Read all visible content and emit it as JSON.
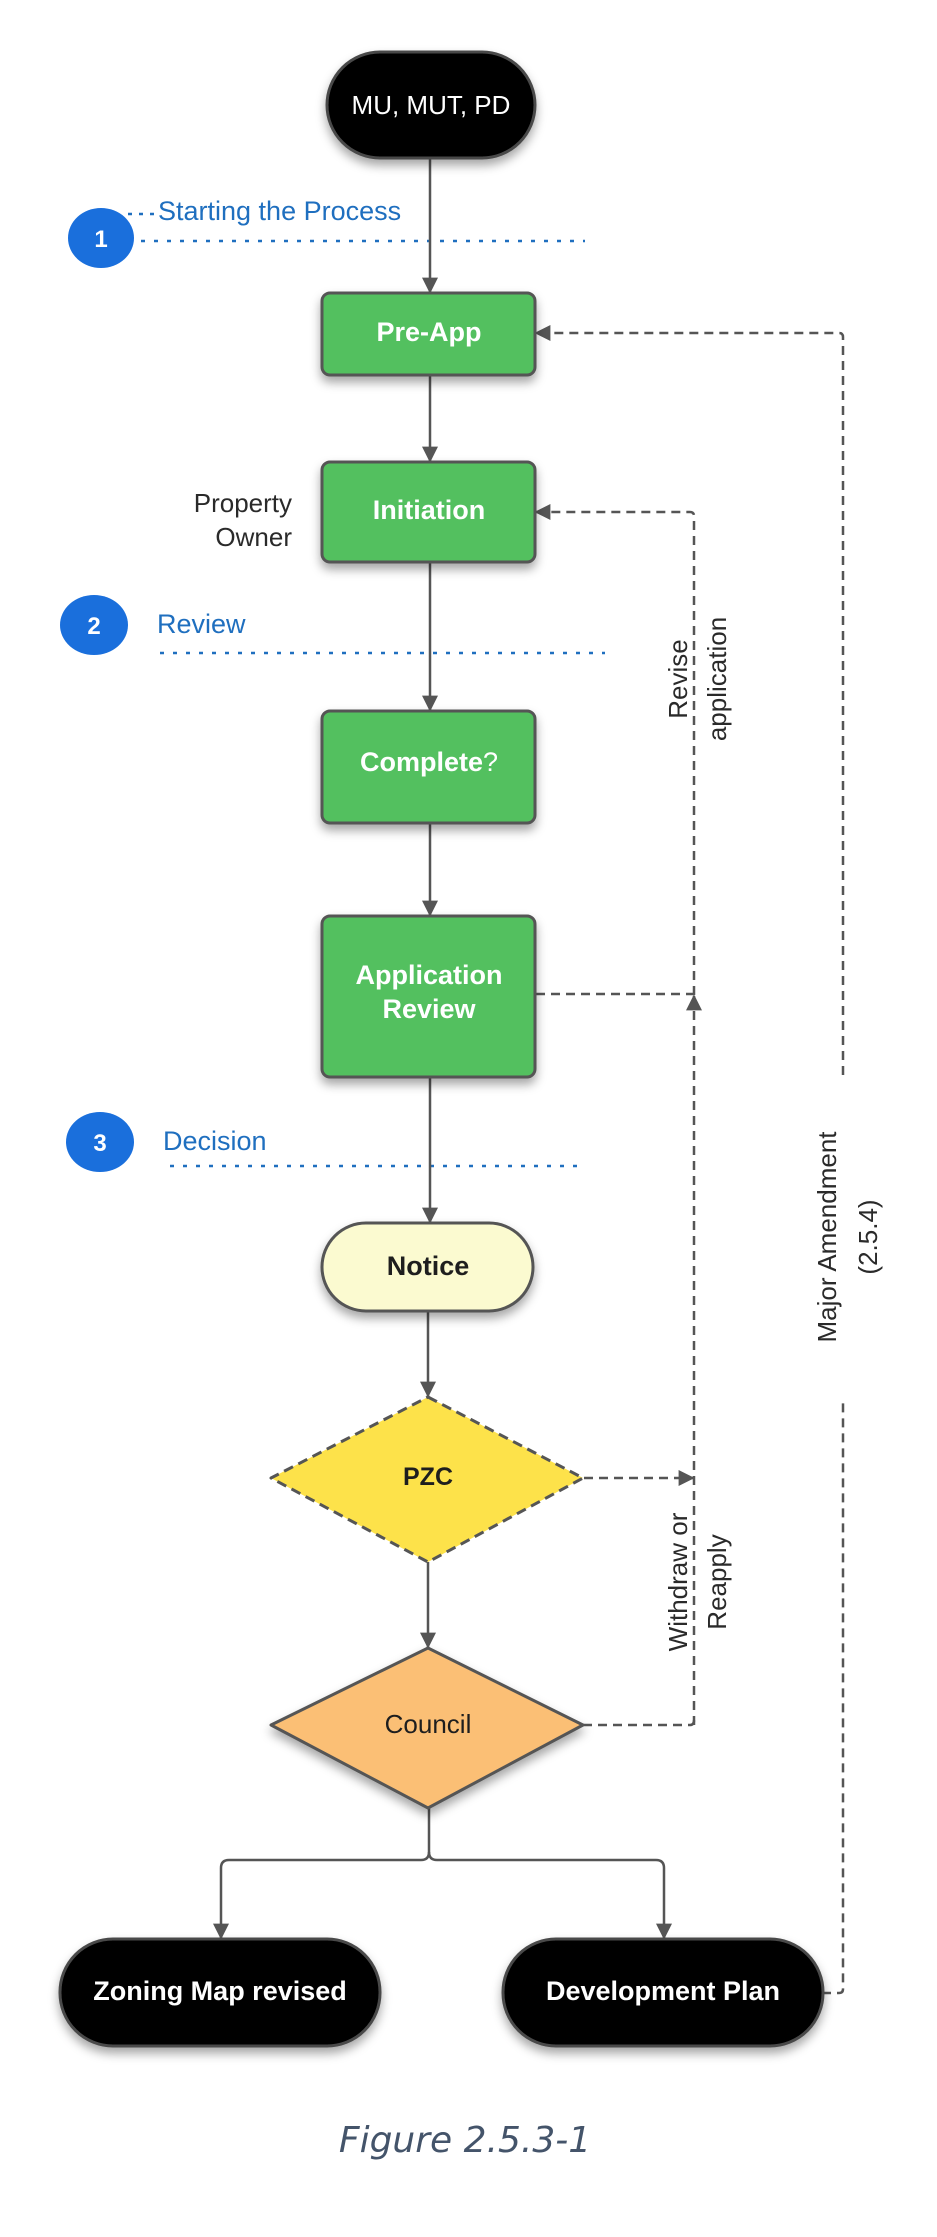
{
  "figure": {
    "caption": "Figure 2.5.3-1"
  },
  "colors": {
    "process_green": "#52c05e",
    "terminal_black": "#000000",
    "notice_yellow": "#fbfad0",
    "pzc_yellow": "#fde24a",
    "council_orange": "#fbbf75",
    "stage_blue": "#1a6fdc",
    "stage_text_blue": "#1f6fbf",
    "connector_gray": "#555555",
    "caption_slate": "#44546a"
  },
  "stages": [
    {
      "number": "1",
      "label": "Starting the Process"
    },
    {
      "number": "2",
      "label": "Review"
    },
    {
      "number": "3",
      "label": "Decision"
    }
  ],
  "nodes": {
    "start": {
      "label": "MU, MUT, PD",
      "shape": "terminal"
    },
    "pre_app": {
      "label": "Pre-App",
      "shape": "process"
    },
    "initiation": {
      "label": "Initiation",
      "shape": "process"
    },
    "complete": {
      "label_bold": "Complete",
      "label_regular": "?",
      "shape": "process"
    },
    "application_review": {
      "line1": "Application",
      "line2": "Review",
      "shape": "process"
    },
    "notice": {
      "label": "Notice",
      "shape": "rounded"
    },
    "pzc": {
      "label": "PZC",
      "shape": "decision-dashed"
    },
    "council": {
      "label": "Council",
      "shape": "decision"
    },
    "zoning_map": {
      "label": "Zoning Map revised",
      "shape": "terminal"
    },
    "development_plan": {
      "label": "Development Plan",
      "shape": "terminal"
    }
  },
  "annotations": {
    "actor": {
      "line1": "Property",
      "line2": "Owner"
    },
    "revise": {
      "line1": "Revise",
      "line2": "application"
    },
    "withdraw": {
      "line1": "Withdraw or",
      "line2": "Reapply"
    },
    "major_amendment": {
      "line1": "Major Amendment",
      "line2": "(2.5.4)"
    }
  },
  "edges": [
    {
      "from": "start",
      "to": "pre_app",
      "style": "solid"
    },
    {
      "from": "pre_app",
      "to": "initiation",
      "style": "solid"
    },
    {
      "from": "initiation",
      "to": "complete",
      "style": "solid"
    },
    {
      "from": "complete",
      "to": "application_review",
      "style": "solid"
    },
    {
      "from": "application_review",
      "to": "notice",
      "style": "solid"
    },
    {
      "from": "notice",
      "to": "pzc",
      "style": "solid"
    },
    {
      "from": "pzc",
      "to": "council",
      "style": "solid"
    },
    {
      "from": "council",
      "to": "zoning_map",
      "style": "solid"
    },
    {
      "from": "council",
      "to": "development_plan",
      "style": "solid"
    },
    {
      "from": "application_review",
      "to": "initiation",
      "style": "dashed",
      "label": "Revise application"
    },
    {
      "from": "pzc",
      "to": "initiation",
      "style": "dashed",
      "label": "Withdraw or Reapply"
    },
    {
      "from": "council",
      "to": "initiation",
      "style": "dashed",
      "label": "Withdraw or Reapply"
    },
    {
      "from": "development_plan",
      "to": "pre_app",
      "style": "dashed",
      "label": "Major Amendment (2.5.4)"
    }
  ]
}
